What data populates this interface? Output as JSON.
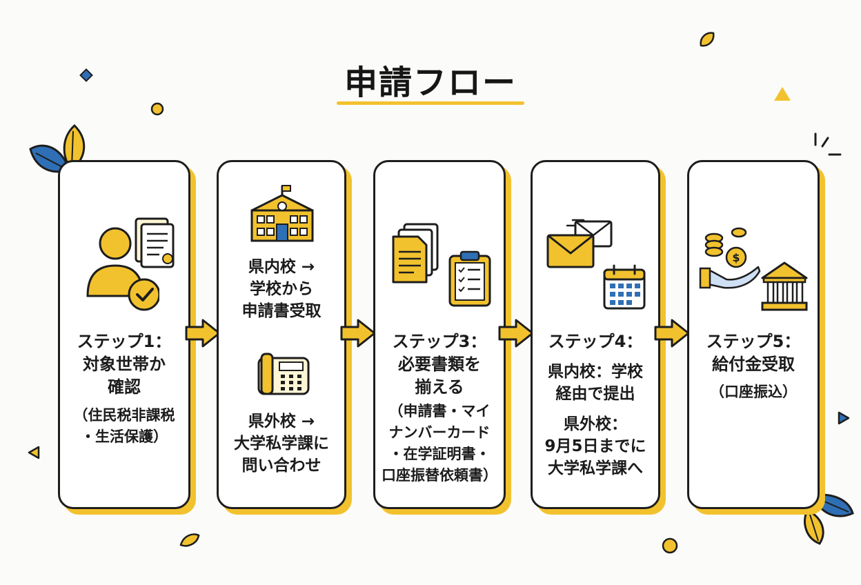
{
  "title": "申請フロー",
  "colors": {
    "accent": "#f2c22e",
    "outline": "#1d1d1d",
    "blue": "#2f6fb5",
    "card": "#ffffff"
  },
  "steps": [
    {
      "icons": [
        "person-check-icon",
        "document-icon"
      ],
      "heading": "ステップ1：\n対象世帯か\n確認",
      "note": "（住民税非課税\n・生活保護）"
    },
    {
      "icons": [
        "school-building-icon",
        "telephone-icon"
      ],
      "top_text": "県内校 →\n学校から\n申請書受取",
      "bottom_text": "県外校 →\n大学私学課に\n問い合わせ"
    },
    {
      "icons": [
        "documents-icon",
        "checklist-icon"
      ],
      "heading": "ステップ3：\n必要書類を\n揃える",
      "note": "（申請書・マイ\nナンバーカード\n・在学証明書・\n口座振替依頼書）"
    },
    {
      "icons": [
        "envelope-icon",
        "calendar-icon"
      ],
      "heading": "ステップ4：",
      "line_a": "県内校：学校\n経由で提出",
      "line_b": "県外校：\n9月5日までに\n大学私学課へ"
    },
    {
      "icons": [
        "coins-hand-icon",
        "bank-icon"
      ],
      "heading": "ステップ5：\n給付金受取",
      "note": "（口座振込）"
    }
  ]
}
